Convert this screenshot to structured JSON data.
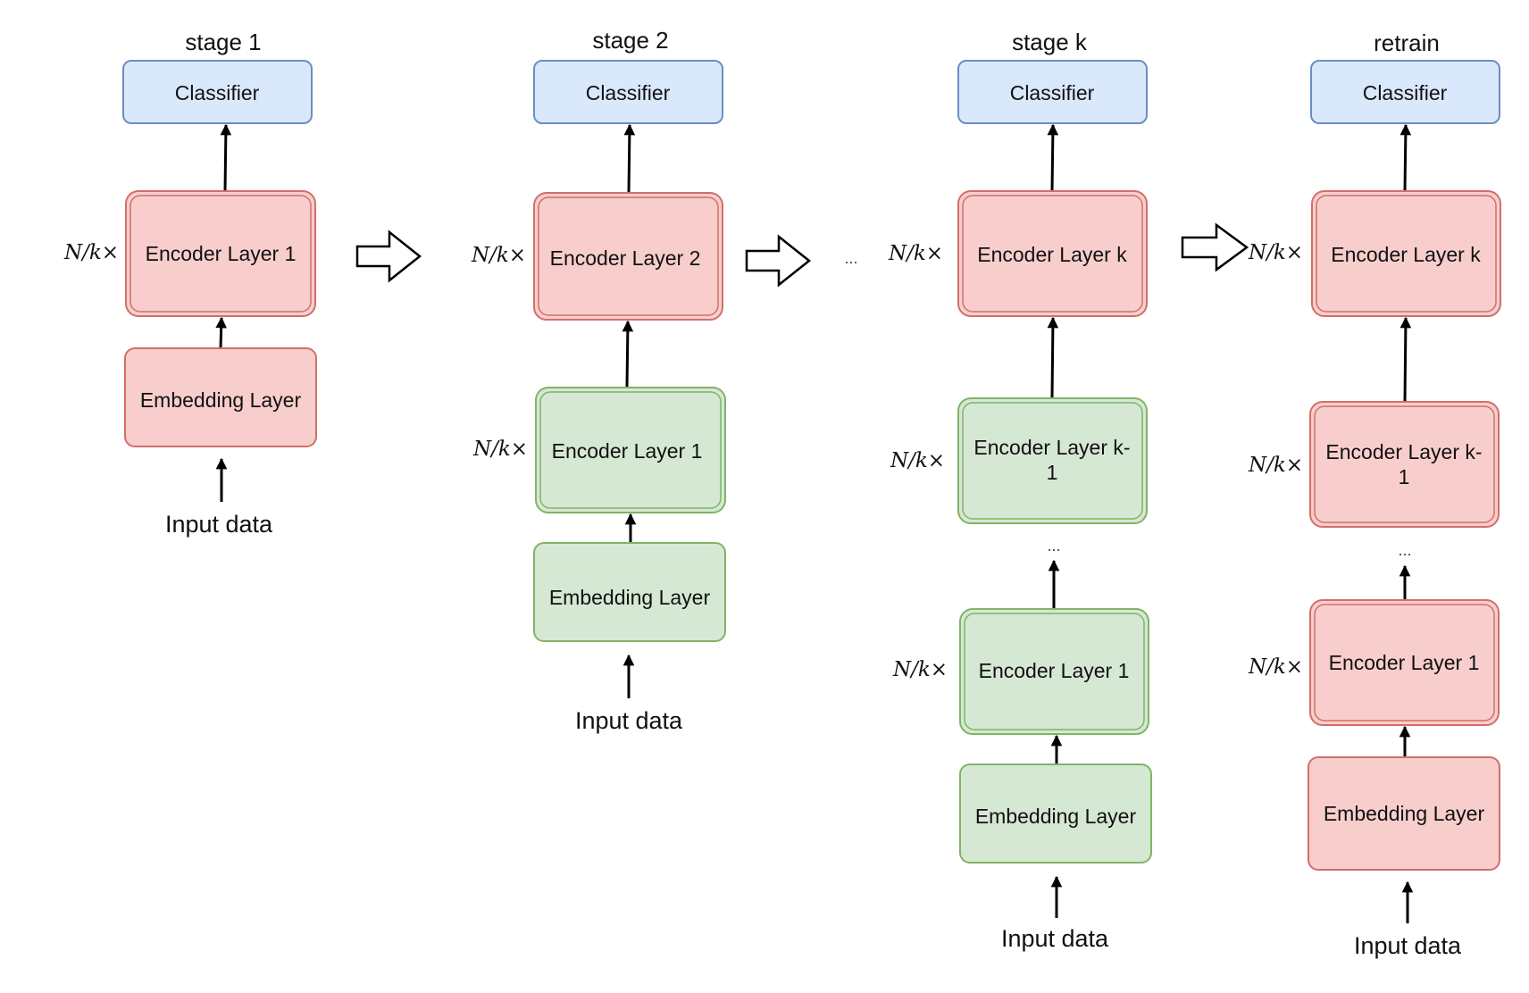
{
  "labels": {
    "classifier": "Classifier",
    "embedding": "Embedding Layer",
    "input": "Input data",
    "multiplier": "N/k×",
    "ellipsis": "..."
  },
  "stages": [
    {
      "title": "stage 1",
      "layers": [
        {
          "text": "Encoder Layer 1",
          "state": "active"
        }
      ],
      "embedding_state": "active"
    },
    {
      "title": "stage 2",
      "layers": [
        {
          "text": "Encoder Layer 2",
          "state": "active"
        },
        {
          "text": "Encoder Layer 1",
          "state": "frozen"
        }
      ],
      "embedding_state": "frozen"
    },
    {
      "title": "stage k",
      "layers": [
        {
          "text": "Encoder Layer k",
          "state": "active"
        },
        {
          "text": "Encoder Layer k-1",
          "state": "frozen"
        },
        {
          "text": "Encoder Layer 1",
          "state": "frozen"
        }
      ],
      "embedding_state": "frozen"
    },
    {
      "title": "retrain",
      "layers": [
        {
          "text": "Encoder Layer k",
          "state": "active"
        },
        {
          "text": "Encoder Layer k-1",
          "state": "active"
        },
        {
          "text": "Encoder Layer 1",
          "state": "active"
        }
      ],
      "embedding_state": "active"
    }
  ],
  "colors": {
    "active_fill": "#f8cecc",
    "active_stroke": "#d06f6b",
    "frozen_fill": "#d5e8d4",
    "frozen_stroke": "#82b366",
    "classifier_fill": "#dae8fc",
    "classifier_stroke": "#6c8ebf"
  }
}
